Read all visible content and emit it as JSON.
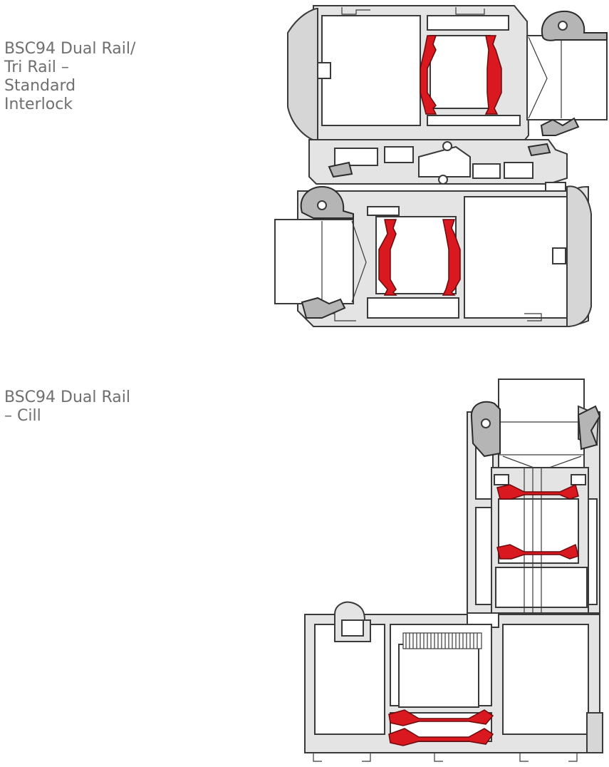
{
  "sections": [
    {
      "caption_lines": [
        "BSC94 Dual Rail/",
        "Tri Rail –",
        "Standard",
        "Interlock"
      ],
      "drawing_icon": "dual-rail-interlock-section"
    },
    {
      "caption_lines": [
        "BSC94 Dual Rail",
        "– Cill"
      ],
      "drawing_icon": "dual-rail-cill-section"
    }
  ],
  "colors": {
    "thermal_break": "#d9181f",
    "aluminium": "#e4e4e4",
    "gasket": "#b5b5b5",
    "caption_text": "#6f6f6f"
  }
}
